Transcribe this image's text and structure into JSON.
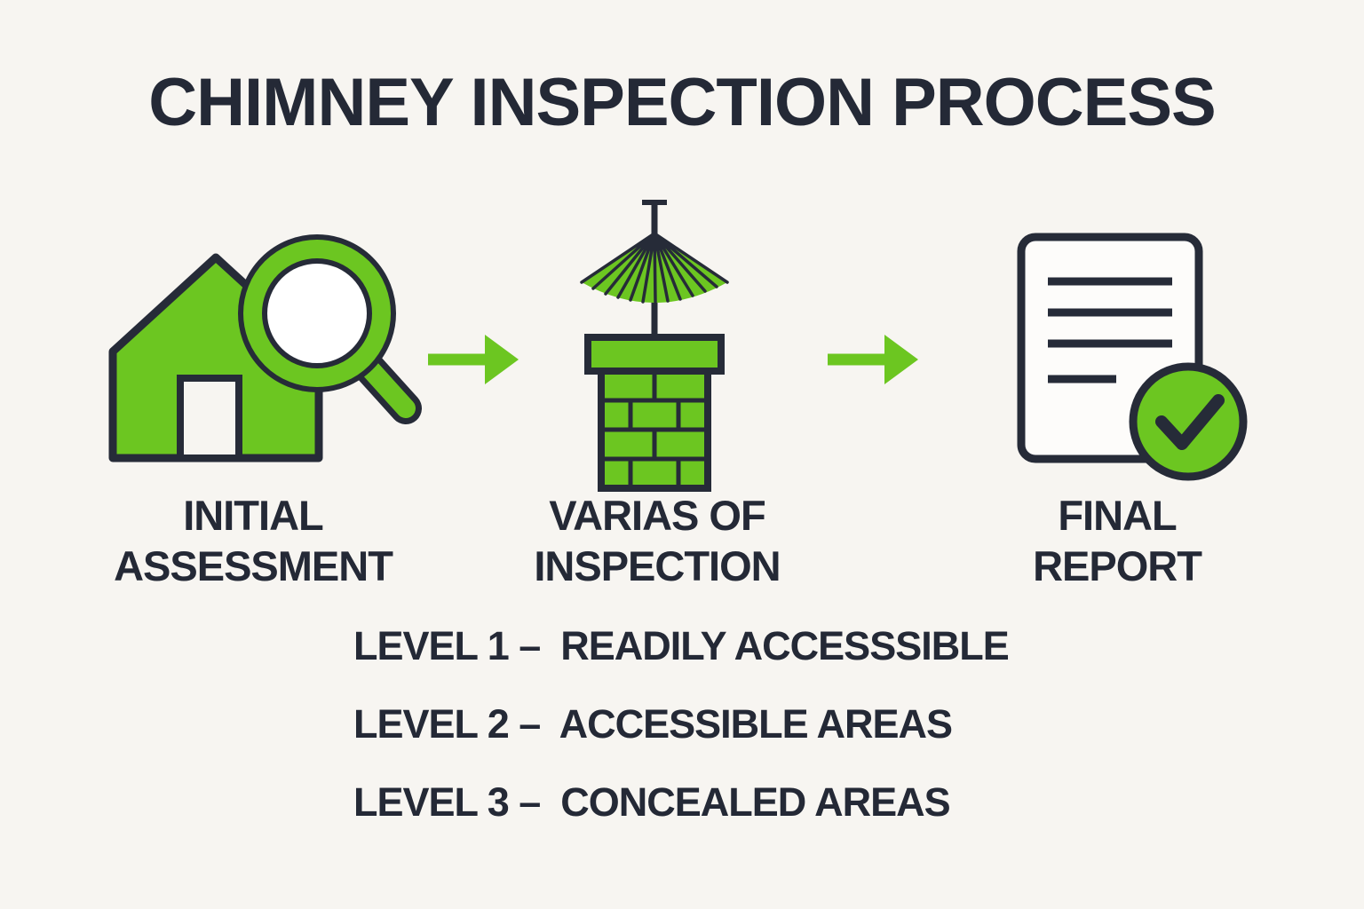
{
  "page": {
    "background_color": "#f7f5f1",
    "text_color": "#242936",
    "accent_green": "#6cc621"
  },
  "title": "CHIMNEY INSPECTION PROCESS",
  "steps": [
    {
      "icon": "house-magnifier-icon",
      "label_line1": "INITIAL",
      "label_line2": "ASSESSMENT"
    },
    {
      "icon": "chimney-brush-icon",
      "label_line1": "VARIAS OF",
      "label_line2": "INSPECTION"
    },
    {
      "icon": "report-check-icon",
      "label_line1": "FINAL",
      "label_line2": "REPORT"
    }
  ],
  "arrows": {
    "icon": "right-arrow-icon",
    "color": "#6cc621"
  },
  "levels": [
    "LEVEL 1 –  READILY ACCESSSIBLE",
    "LEVEL 2 –  ACCESSIBLE AREAS",
    "LEVEL 3 –  CONCEALED AREAS"
  ]
}
